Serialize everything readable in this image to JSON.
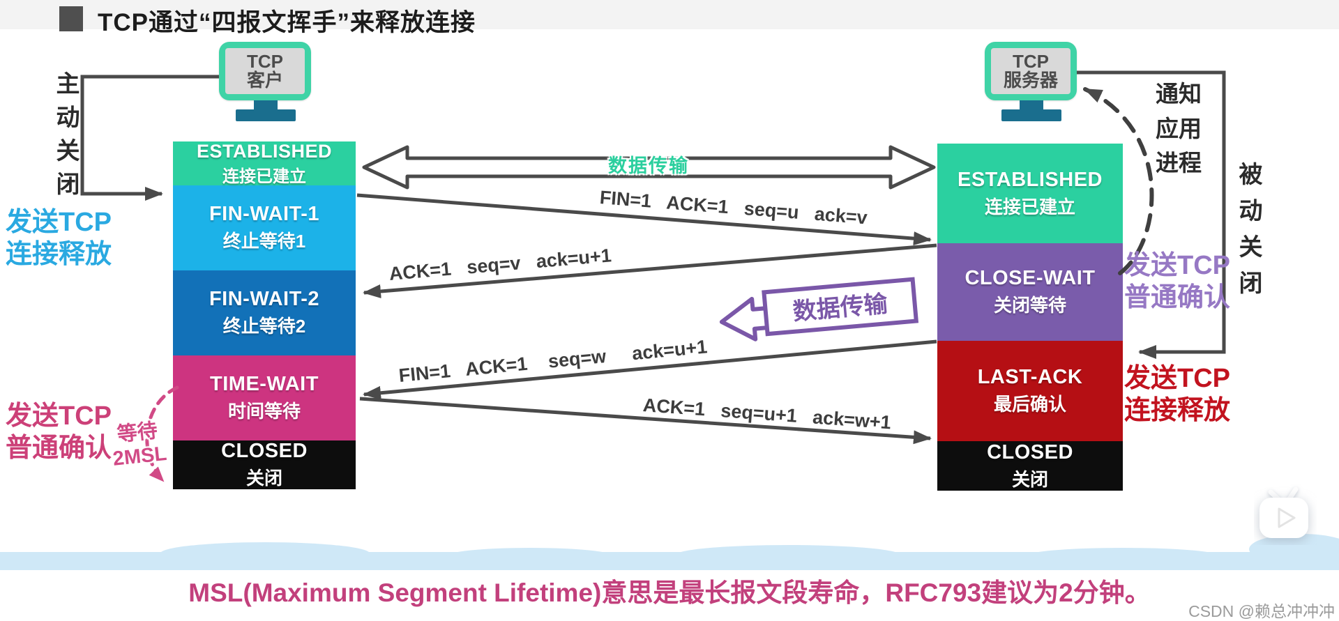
{
  "title": "TCP通过“四报文挥手”来释放连接",
  "client": {
    "label": "TCP\n客户"
  },
  "server": {
    "label": "TCP\n服务器"
  },
  "left_column": {
    "states": [
      {
        "en": "ESTABLISHED",
        "cn": "连接已建立",
        "color": "#2bd0a0"
      },
      {
        "en": "FIN-WAIT-1",
        "cn": "终止等待1",
        "color": "#1cb2e8"
      },
      {
        "en": "FIN-WAIT-2",
        "cn": "终止等待2",
        "color": "#1271b8"
      },
      {
        "en": "TIME-WAIT",
        "cn": "时间等待",
        "color": "#cd3480"
      },
      {
        "en": "CLOSED",
        "cn": "关闭",
        "color": "#0d0d0d"
      }
    ]
  },
  "right_column": {
    "states": [
      {
        "en": "ESTABLISHED",
        "cn": "连接已建立",
        "color": "#2bd0a0"
      },
      {
        "en": "CLOSE-WAIT",
        "cn": "关闭等待",
        "color": "#7a5cab"
      },
      {
        "en": "LAST-ACK",
        "cn": "最后确认",
        "color": "#b50f14"
      },
      {
        "en": "CLOSED",
        "cn": "关闭",
        "color": "#0d0d0d"
      }
    ]
  },
  "annotations": {
    "active_close": "主动关闭",
    "passive_close": "被动关闭",
    "send_release_left": "发送TCP\n连接释放",
    "send_ack_left": "发送TCP\n普通确认",
    "wait_2msl": "等待\n2MSL",
    "notify_app": "通知\n应用\n进程",
    "send_ack_right": "发送TCP\n普通确认",
    "send_release_right": "发送TCP\n连接释放",
    "data_transfer_top": "数据传输",
    "data_transfer_mid": "数据传输"
  },
  "messages": [
    {
      "label": "FIN=1   ACK=1   seq=u   ack=v",
      "direction": "client-to-server"
    },
    {
      "label": "ACK=1   seq=v   ack=u+1",
      "direction": "server-to-client"
    },
    {
      "label": "FIN=1   ACK=1    seq=w     ack=u+1",
      "direction": "server-to-client"
    },
    {
      "label": "ACK=1   seq=u+1   ack=w+1",
      "direction": "client-to-server"
    }
  ],
  "footer": {
    "note": "MSL(Maximum Segment Lifetime)意思是最长报文段寿命，RFC793建议为2分钟。",
    "watermark": "CSDN @赖总冲冲冲"
  },
  "colors": {
    "established": "#2bd0a0",
    "fin_wait1": "#1cb2e8",
    "fin_wait2": "#1271b8",
    "time_wait": "#cd3480",
    "closed": "#0d0d0d",
    "close_wait": "#7a5cab",
    "last_ack": "#b50f14",
    "accent_cyan": "#2aa9e1",
    "accent_pink": "#cc4078",
    "accent_purple": "#9678c4",
    "accent_red": "#c2131f",
    "data_green": "#2bcf9e",
    "data_purple": "#7a57a8",
    "footer_pink": "#c2407c",
    "line_gray": "#4a4a4a",
    "footer_blue": "#cfe8f7"
  }
}
